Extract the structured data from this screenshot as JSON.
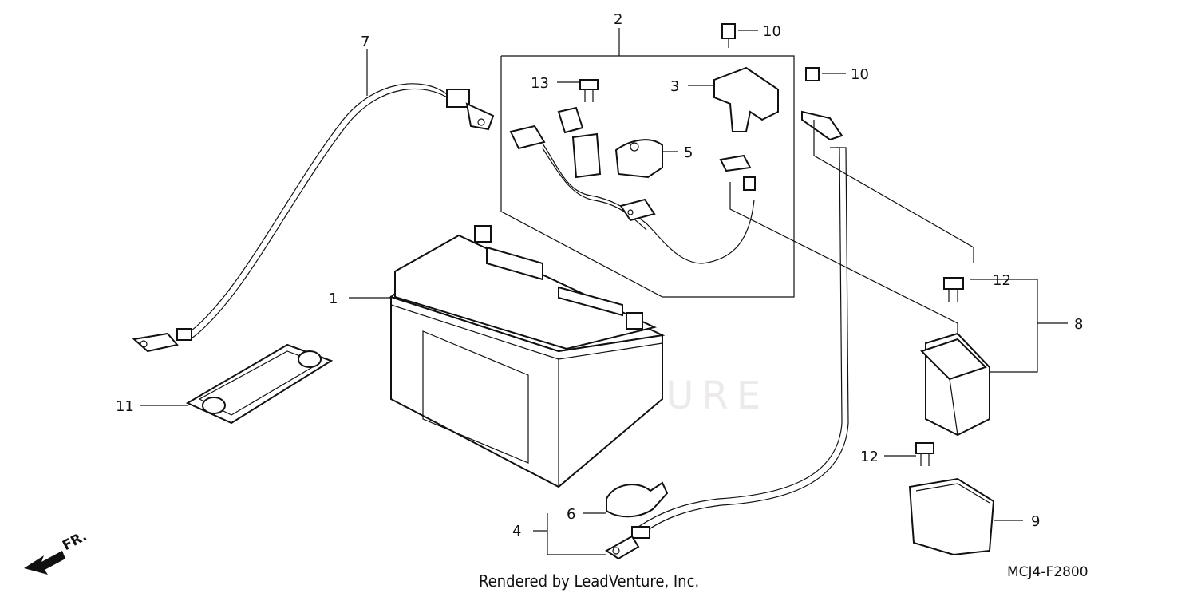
{
  "watermark": "LEADVENTURE",
  "footer_text": "Rendered by LeadVenture, Inc.",
  "diagram_code": "MCJ4-F2800",
  "direction_label": "FR.",
  "callouts": {
    "c1": "1",
    "c2": "2",
    "c3": "3",
    "c4": "4",
    "c5": "5",
    "c6": "6",
    "c7": "7",
    "c8": "8",
    "c9": "9",
    "c10a": "10",
    "c10b": "10",
    "c11": "11",
    "c12a": "12",
    "c12b": "12",
    "c13": "13"
  }
}
